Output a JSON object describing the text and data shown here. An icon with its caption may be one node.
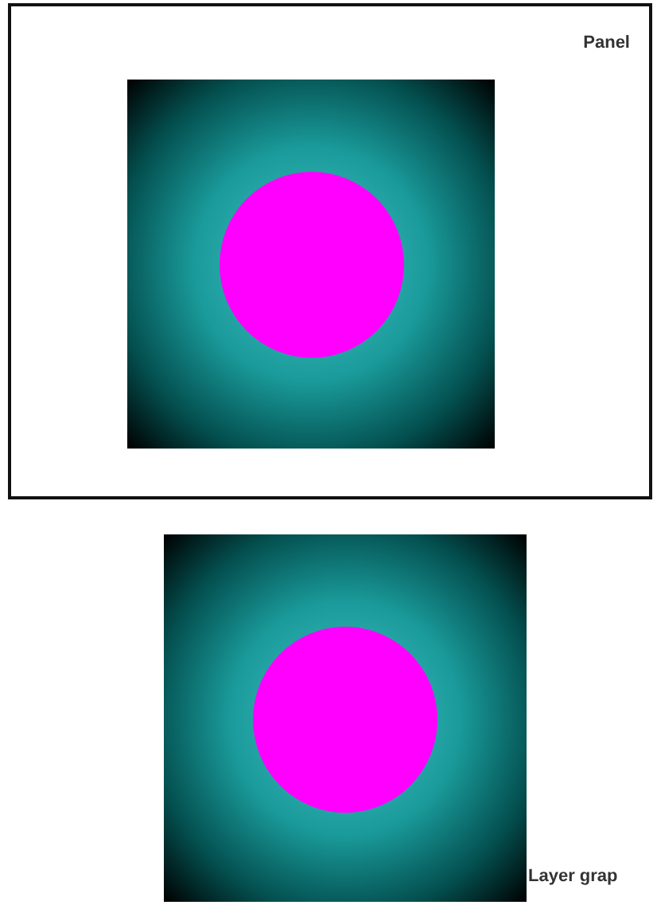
{
  "diagram": {
    "nodes": [
      {
        "text": [
          "Panel"
        ]
      },
      {
        "text": [],
        "shape": "box",
        "in": 0
      },
      {
        "text": [],
        "shape": "circle",
        "in": 1
      },
      {
        "text": [],
        "shape": "box",
        "beside": [
          "Layer grap"
        ]
      },
      {
        "text": [],
        "shape": "circle",
        "in": 3
      }
    ]
  }
}
